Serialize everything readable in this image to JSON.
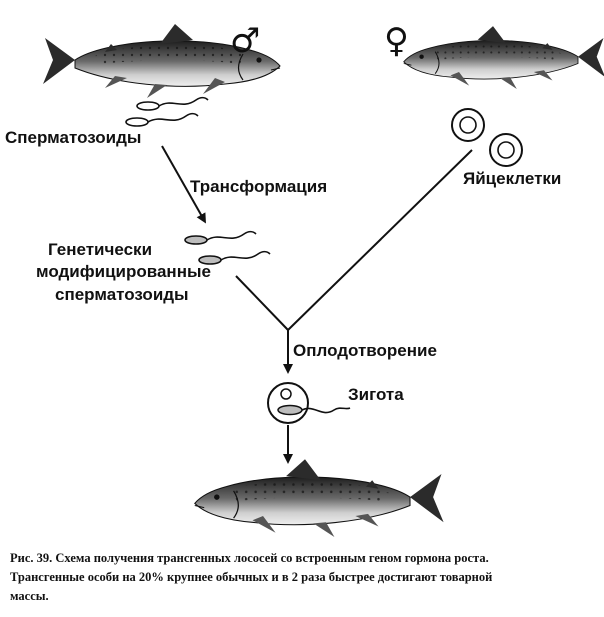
{
  "labels": {
    "male_symbol": "♂",
    "female_symbol": "♀",
    "sperm": "Сперматозоиды",
    "transformation": "Трансформация",
    "eggs": "Яйцеклетки",
    "gm_sperm_line1": "Генетически",
    "gm_sperm_line2": "модифицированные",
    "gm_sperm_line3": "сперматозоиды",
    "fertilization": "Оплодотворение",
    "zygote": "Зигота"
  },
  "caption": {
    "line1": "Рис. 39. Схема получения трансгенных лососей со встроенным геном гормона роста.",
    "line2": "Трансгенные особи на 20% крупнее обычных и в 2 раза быстрее достигают товарной",
    "line3": "массы."
  },
  "colors": {
    "ink": "#111111",
    "fish_back": "#2a2a2a",
    "fish_belly": "#dcdcdc",
    "gm_fill": "#bdbdbd"
  },
  "icons": {
    "fish": "salmon-icon",
    "sperm": "sperm-cell-icon",
    "egg": "egg-cell-icon",
    "zygote": "zygote-icon"
  }
}
